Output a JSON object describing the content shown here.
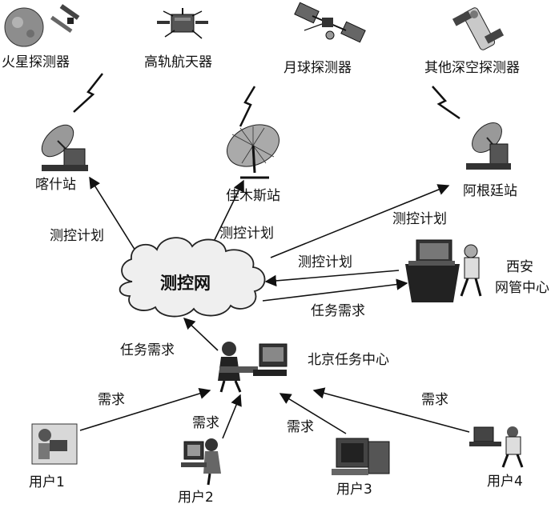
{
  "spacecraft": {
    "mars": "火星探测器",
    "high_orbit": "高轨航天器",
    "lunar": "月球探测器",
    "deep_space": "其他深空探测器"
  },
  "stations": {
    "kashi": "喀什站",
    "jiamusi": "佳木斯站",
    "argentina": "阿根廷站"
  },
  "network": {
    "label": "测控网"
  },
  "centers": {
    "xian_line1": "西安",
    "xian_line2": "网管中心",
    "beijing": "北京任务中心"
  },
  "flows": {
    "plan_kashi": "测控计划",
    "plan_jiamusi": "测控计划",
    "plan_argentina": "测控计划",
    "plan_xian": "测控计划",
    "task_xian": "任务需求",
    "task_beijing": "任务需求",
    "need_u1": "需求",
    "need_u2": "需求",
    "need_u3": "需求",
    "need_u4": "需求"
  },
  "users": {
    "u1": "用户1",
    "u2": "用户2",
    "u3": "用户3",
    "u4": "用户4"
  }
}
